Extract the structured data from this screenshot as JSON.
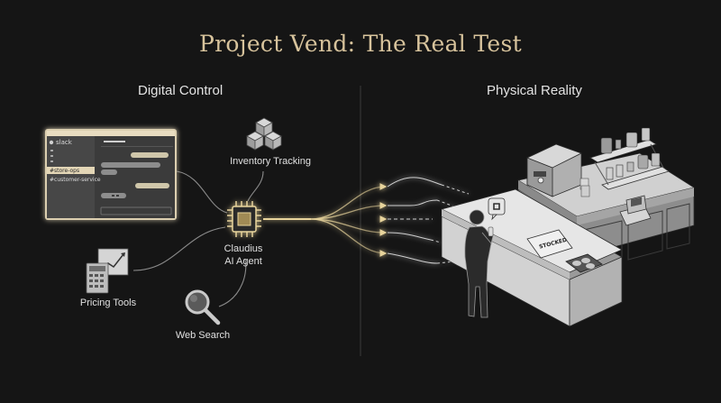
{
  "title": "Project Vend: The Real Test",
  "sections": {
    "left": "Digital Control",
    "right": "Physical Reality"
  },
  "nodes": {
    "agent": {
      "line1": "Claudius",
      "line2": "AI Agent",
      "icon": "cpu-chip-icon"
    },
    "inventory": {
      "label": "Inventory Tracking",
      "icon": "stacked-boxes-icon"
    },
    "pricing": {
      "label": "Pricing Tools",
      "icon": "calculator-chart-icon"
    },
    "search": {
      "label": "Web Search",
      "icon": "magnifier-icon"
    }
  },
  "slack": {
    "brand": "slack",
    "channels": [
      "#store-ops",
      "#customer-service"
    ]
  },
  "scene": {
    "sign_text": "STOCKED"
  },
  "colors": {
    "accent": "#d7c39c",
    "glow": "#e8d49c",
    "background": "#151515"
  }
}
